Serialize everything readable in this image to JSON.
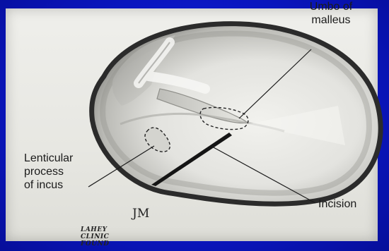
{
  "colors": {
    "slide_background": "#0a14c8",
    "plate_background": "#e9e9e4",
    "ink": "#1b1b1b"
  },
  "labels": {
    "umbo": "Umbo of\nmalleus",
    "lenticular": "Lenticular\nprocess\nof incus",
    "incision": "Incision"
  },
  "artist_signature": "JM",
  "logo_text": "LAHEY\nCLINIC\nFOUND"
}
